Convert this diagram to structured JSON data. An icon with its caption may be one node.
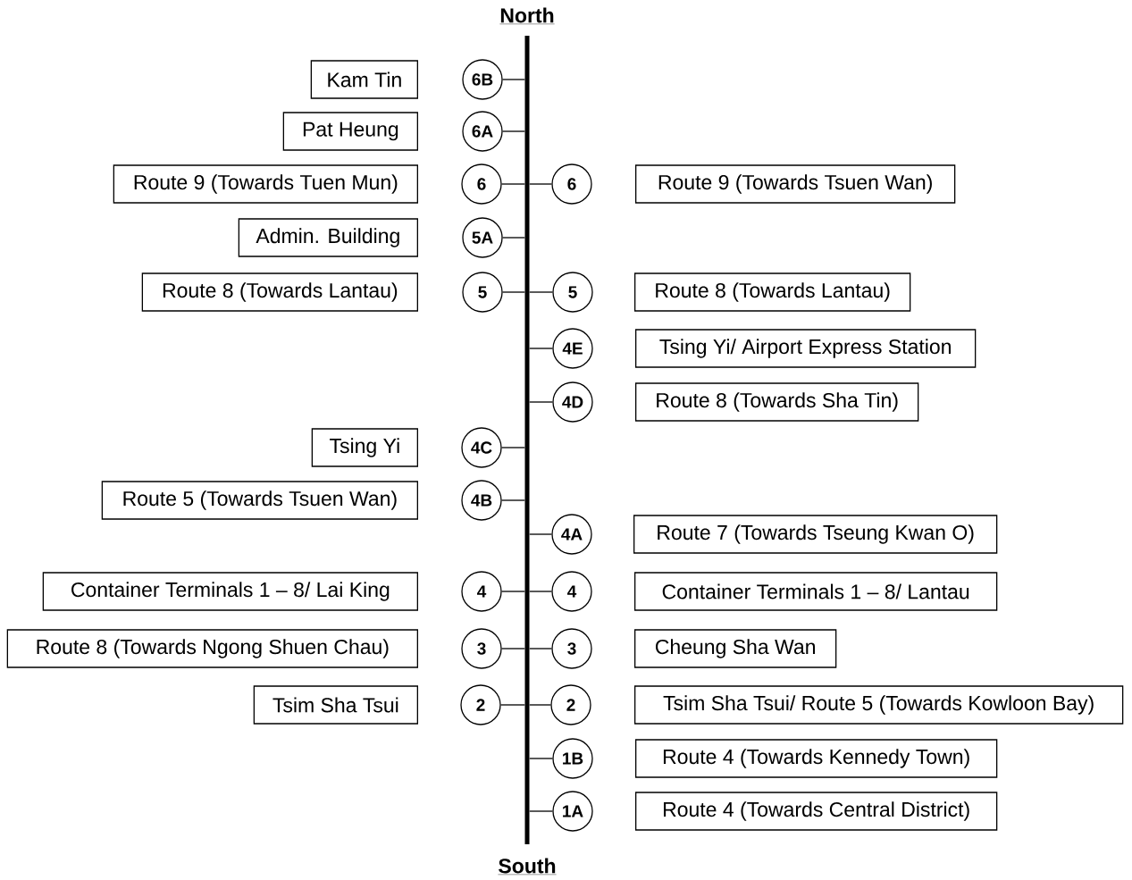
{
  "diagram": {
    "nodes": [
      {
        "text": [],
        "shape": "bar"
      },
      {
        "text": [
          "Kam Tin"
        ]
      },
      {
        "text": [
          "6B"
        ]
      },
      {
        "text": [
          "Pat Heung"
        ]
      },
      {
        "text": [
          "6A"
        ]
      },
      {
        "text": [
          "Route 9 (Towards Tuen Mun)"
        ]
      },
      {
        "text": [
          "6"
        ]
      },
      {
        "text": [
          "6"
        ]
      },
      {
        "text": [
          "Route 9 (Towards Tsuen Wan)"
        ]
      },
      {
        "text": [
          "Admin. Building"
        ]
      },
      {
        "text": [
          "5A"
        ]
      },
      {
        "text": [
          "Route 8 (Towards Lantau)"
        ]
      },
      {
        "text": [
          "5"
        ]
      },
      {
        "text": [
          "5"
        ]
      },
      {
        "text": [
          "Route 8 (Towards Lantau)"
        ]
      },
      {
        "text": [
          "4E"
        ]
      },
      {
        "text": [
          "Tsing Yi/ Airport Express Station"
        ]
      },
      {
        "text": [
          "4D"
        ]
      },
      {
        "text": [
          "Route 8 (Towards Sha Tin)"
        ]
      },
      {
        "text": [
          "Tsing Yi"
        ]
      },
      {
        "text": [
          "4C"
        ]
      },
      {
        "text": [
          "Route 5 (Towards Tsuen Wan)"
        ]
      },
      {
        "text": [
          "4B"
        ]
      },
      {
        "text": [
          "4A"
        ]
      },
      {
        "text": [
          "Route 7 (Towards Tseung Kwan O)"
        ]
      },
      {
        "text": [
          "Container Terminals 1 – 8/ Lai King"
        ]
      },
      {
        "text": [
          "4"
        ]
      },
      {
        "text": [
          "4"
        ]
      },
      {
        "text": [
          "Container Terminals 1 – 8/ Lantau"
        ]
      },
      {
        "text": [
          "Route 8 (Towards Ngong Shuen Chau)"
        ]
      },
      {
        "text": [
          "3"
        ]
      },
      {
        "text": [
          "3"
        ]
      },
      {
        "text": [
          "Cheung Sha Wan"
        ]
      },
      {
        "text": [
          "Tsim Sha Tsui"
        ]
      },
      {
        "text": [
          "2"
        ]
      },
      {
        "text": [
          "2"
        ]
      },
      {
        "text": [
          "Tsim Sha Tsui/ Route 5 (Towards Kowloon Bay)"
        ]
      },
      {
        "text": [
          "1B"
        ]
      },
      {
        "text": [
          "Route 4 (Towards Kennedy Town)"
        ]
      },
      {
        "text": [
          "1A"
        ]
      },
      {
        "text": [
          "Route 4 (Towards Central District)"
        ]
      }
    ],
    "edges": [
      {
        "from": 2,
        "to": 0,
        "arrow": "none"
      },
      {
        "from": 4,
        "to": 0,
        "arrow": "none"
      },
      {
        "from": 6,
        "to": 0,
        "arrow": "none"
      },
      {
        "from": 7,
        "to": 0,
        "arrow": "none"
      },
      {
        "from": 10,
        "to": 0,
        "arrow": "none"
      },
      {
        "from": 12,
        "to": 0,
        "arrow": "none"
      },
      {
        "from": 13,
        "to": 0,
        "arrow": "none"
      },
      {
        "from": 15,
        "to": 0,
        "arrow": "none"
      },
      {
        "from": 17,
        "to": 0,
        "arrow": "none"
      },
      {
        "from": 20,
        "to": 0,
        "arrow": "none"
      },
      {
        "from": 22,
        "to": 0,
        "arrow": "none"
      },
      {
        "from": 23,
        "to": 0,
        "arrow": "none"
      },
      {
        "from": 26,
        "to": 0,
        "arrow": "none"
      },
      {
        "from": 27,
        "to": 0,
        "arrow": "none"
      },
      {
        "from": 30,
        "to": 0,
        "arrow": "none"
      },
      {
        "from": 31,
        "to": 0,
        "arrow": "none"
      },
      {
        "from": 34,
        "to": 0,
        "arrow": "none"
      },
      {
        "from": 35,
        "to": 0,
        "arrow": "none"
      },
      {
        "from": 37,
        "to": 0,
        "arrow": "none"
      },
      {
        "from": 39,
        "to": 0,
        "arrow": "none"
      }
    ],
    "labels": [
      "North",
      "South"
    ]
  }
}
